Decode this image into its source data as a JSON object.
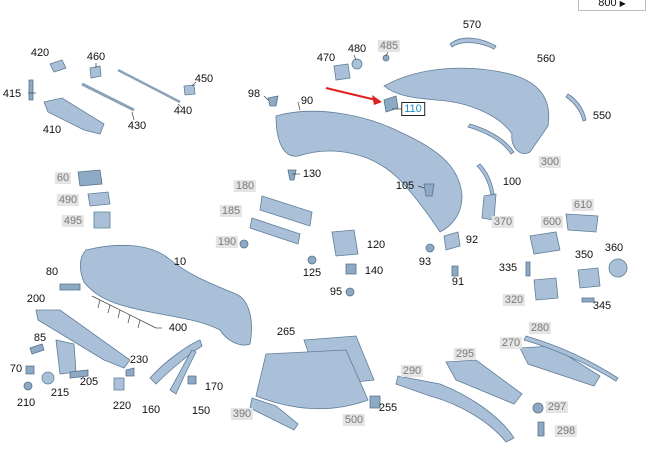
{
  "page_indicator": {
    "value": "800",
    "icon": "play-arrow-icon"
  },
  "highlight_color": "#e02020",
  "labels": {
    "l420": "420",
    "l460": "460",
    "l450": "450",
    "l415": "415",
    "l410": "410",
    "l440": "440",
    "l430": "430",
    "l470": "470",
    "l480": "480",
    "l485": "485",
    "l570": "570",
    "l560": "560",
    "l550": "550",
    "l98": "98",
    "l90": "90",
    "l110": "110",
    "l130": "130",
    "l300": "300",
    "l100": "100",
    "l105": "105",
    "l60": "60",
    "l490": "490",
    "l495": "495",
    "l180": "180",
    "l185": "185",
    "l190": "190",
    "l370": "370",
    "l610": "610",
    "l600": "600",
    "l360": "360",
    "l120": "120",
    "l92": "92",
    "l93": "93",
    "l91": "91",
    "l350": "350",
    "l335": "335",
    "l125": "125",
    "l140": "140",
    "l95": "95",
    "l10": "10",
    "l80": "80",
    "l320": "320",
    "l345": "345",
    "l200": "200",
    "l400": "400",
    "l85": "85",
    "l230": "230",
    "l70": "70",
    "l205": "205",
    "l215": "215",
    "l210": "210",
    "l220": "220",
    "l160": "160",
    "l170": "170",
    "l150": "150",
    "l265": "265",
    "l280": "280",
    "l295": "295",
    "l270": "270",
    "l290": "290",
    "l255": "255",
    "l390": "390",
    "l500": "500",
    "l297": "297",
    "l298": "298"
  }
}
